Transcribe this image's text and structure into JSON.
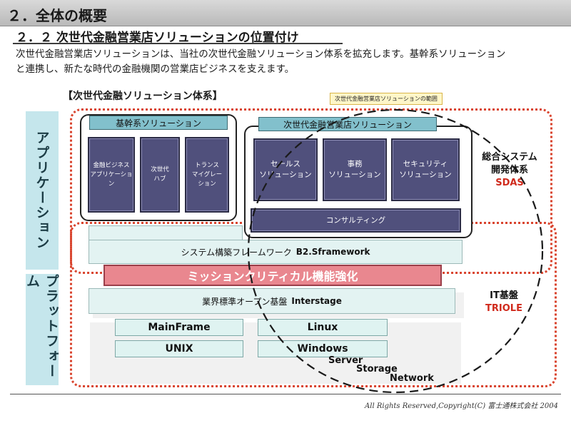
{
  "header": {
    "title": "２．全体の概要",
    "subtitle": "２．２  次世代金融営業店ソリューションの位置付け"
  },
  "intro": {
    "line1": "次世代金融営業店ソリューションは、当社の次世代金融ソリューション体系を拡充します。基幹系ソリューション",
    "line2": "と連携し、新たな時代の金融機関の営業店ビジネスを支えます。"
  },
  "diagram": {
    "title": "【次世代金融ソリューション体系】",
    "scope_label": "次世代金融営業店ソリューションの範囲",
    "side_labels": {
      "application": "アプリケーション",
      "platform": "プラットフォーム"
    },
    "core_group": {
      "header": "基幹系ソリューション",
      "items": [
        "金融ビジネス\nアプリケーション",
        "次世代\nハブ",
        "トランス\nマイグレー\nション"
      ]
    },
    "branch_group": {
      "header": "次世代金融営業店ソリューション",
      "items": [
        "セールス\nソリューション",
        "事務\nソリューション",
        "セキュリティ\nソリューション"
      ],
      "consulting": "コンサルティング"
    },
    "framework": {
      "label": "システム構築フレームワーク",
      "brand": "B2.Sframework"
    },
    "mission": "ミッションクリティカル機能強化",
    "middleware": {
      "label": "業界標準オープン基盤",
      "brand": "Interstage"
    },
    "os": [
      "MainFrame",
      "Linux",
      "UNIX",
      "Windows"
    ],
    "network": [
      "Server",
      "Storage",
      "Network"
    ],
    "sdas": {
      "line1": "総合システム",
      "line2": "開発体系",
      "brand": "SDAS"
    },
    "triole": {
      "line1": "IT基盤",
      "brand": "TRIOLE"
    },
    "colors": {
      "accent_red": "#d02a1c",
      "side_panel": "#c5e6ec",
      "solution_box": "#50507c",
      "group_header": "#82c0cc",
      "mission_bar": "#e9878f"
    }
  },
  "footer": {
    "copyright": "All Rights Reserved,Copyright(C)  富士通株式会社 2004"
  }
}
